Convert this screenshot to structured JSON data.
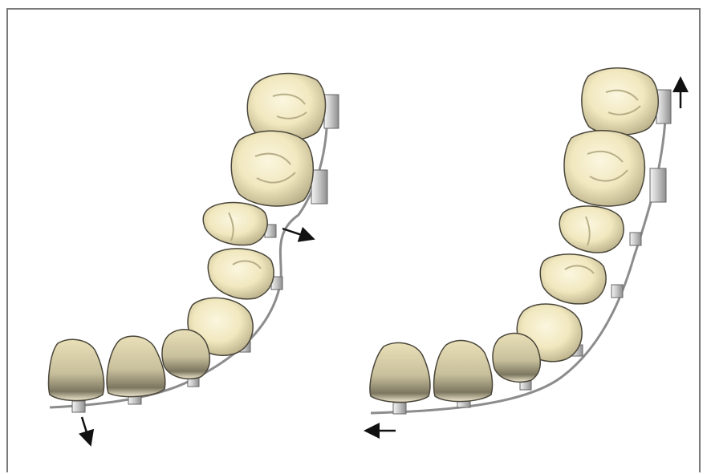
{
  "figure": {
    "panels": [
      {
        "id": "left",
        "arch": "lower-right-quadrant",
        "teeth": [
          "molar-2",
          "molar-1",
          "premolar-2",
          "premolar-1",
          "canine",
          "lateral-incisor",
          "central-incisor"
        ],
        "force_arrows": [
          {
            "label": "arrow-right",
            "direction": "right"
          },
          {
            "label": "arrow-down",
            "direction": "down"
          }
        ]
      },
      {
        "id": "right",
        "arch": "lower-right-quadrant",
        "teeth": [
          "molar-2",
          "molar-1",
          "premolar-2",
          "premolar-1",
          "canine",
          "lateral-incisor",
          "central-incisor"
        ],
        "force_arrows": [
          {
            "label": "arrow-up",
            "direction": "up"
          },
          {
            "label": "arrow-left",
            "direction": "left"
          }
        ]
      }
    ],
    "colors": {
      "tooth_fill": "#f1e8bf",
      "tooth_highlight": "#fbf6df",
      "tooth_shadow": "#9a9272",
      "tooth_outline": "#4a463a",
      "wire": "#8c8c8c",
      "bracket": "#c9c9c9",
      "arrow": "#111111",
      "frame_border": "#7a7a7a"
    }
  }
}
